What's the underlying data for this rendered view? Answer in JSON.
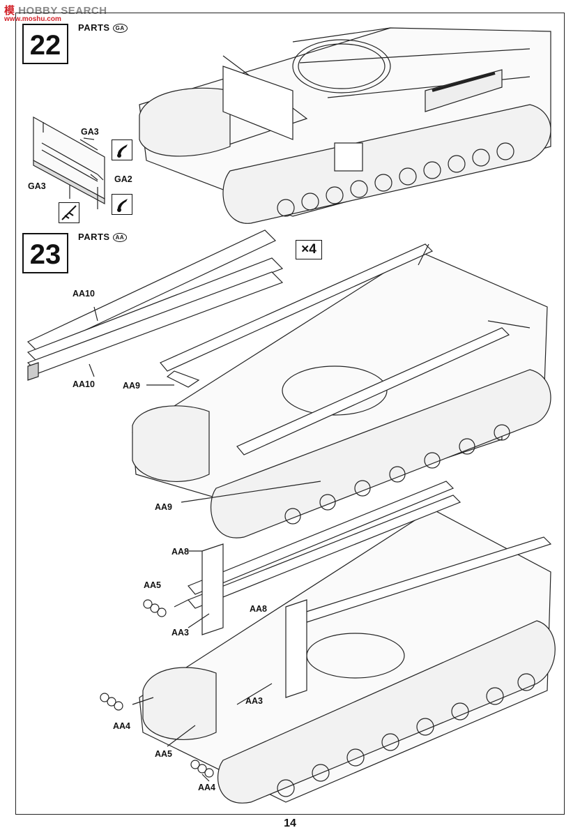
{
  "watermark": {
    "brand_red": "模",
    "brand_rest": "HOBBY SEARCH",
    "url": "www.moshu.com"
  },
  "steps": [
    {
      "number": "22",
      "parts_label": "PARTS",
      "parts_code": "GA"
    },
    {
      "number": "23",
      "parts_label": "PARTS",
      "parts_code": "AA"
    }
  ],
  "labels": {
    "ga3_top": "GA3",
    "ga2": "GA2",
    "ga3_bottom": "GA3",
    "aa10_top": "AA10",
    "aa10_bottom": "AA10",
    "aa9_left": "AA9",
    "aa9_bottom": "AA9",
    "aa8_left": "AA8",
    "aa8_right": "AA8",
    "aa5_top": "AA5",
    "aa5_bottom": "AA5",
    "aa3_left": "AA3",
    "aa3_right": "AA3",
    "aa4_left": "AA4",
    "aa4_bottom": "AA4"
  },
  "quantity": "×4",
  "icons": [
    "glue-drop-icon",
    "cutter-icon",
    "glue-drop-icon"
  ],
  "page_number": "14"
}
